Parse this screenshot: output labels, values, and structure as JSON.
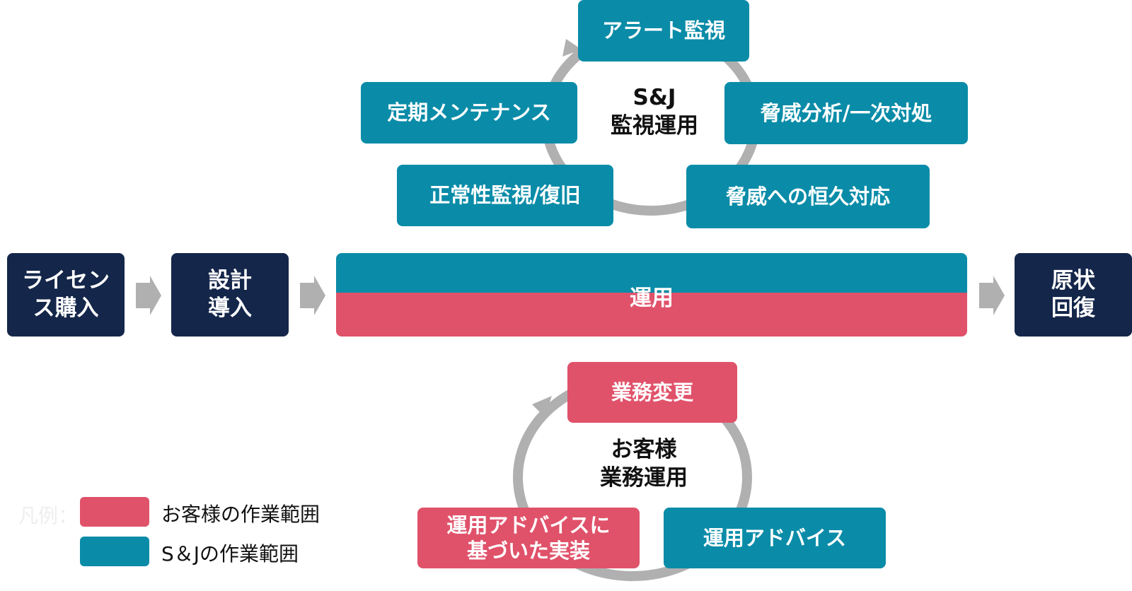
{
  "colors": {
    "customer": "#e0526a",
    "sj": "#0a8ca8",
    "phase": "#14264a",
    "cycle": "#b0b0b0"
  },
  "flow": {
    "license": "ライセン\nス購入",
    "design": "設計\n導入",
    "operation": "運用",
    "restore": "原状\n回復"
  },
  "sj_cycle": {
    "center_line1": "S&J",
    "center_line2": "監視運用",
    "items": [
      "アラート監視",
      "脅威分析/一次対処",
      "脅威への恒久対応",
      "正常性監視/復旧",
      "定期メンテナンス"
    ]
  },
  "customer_cycle": {
    "center_line1": "お客様",
    "center_line2": "業務運用",
    "items": [
      "業務変更",
      "運用アドバイス",
      "運用アドバイスに\n基づいた実装"
    ]
  },
  "legend": {
    "title": "凡例：",
    "customer": "お客様の作業範囲",
    "sj": "S＆Jの作業範囲"
  }
}
